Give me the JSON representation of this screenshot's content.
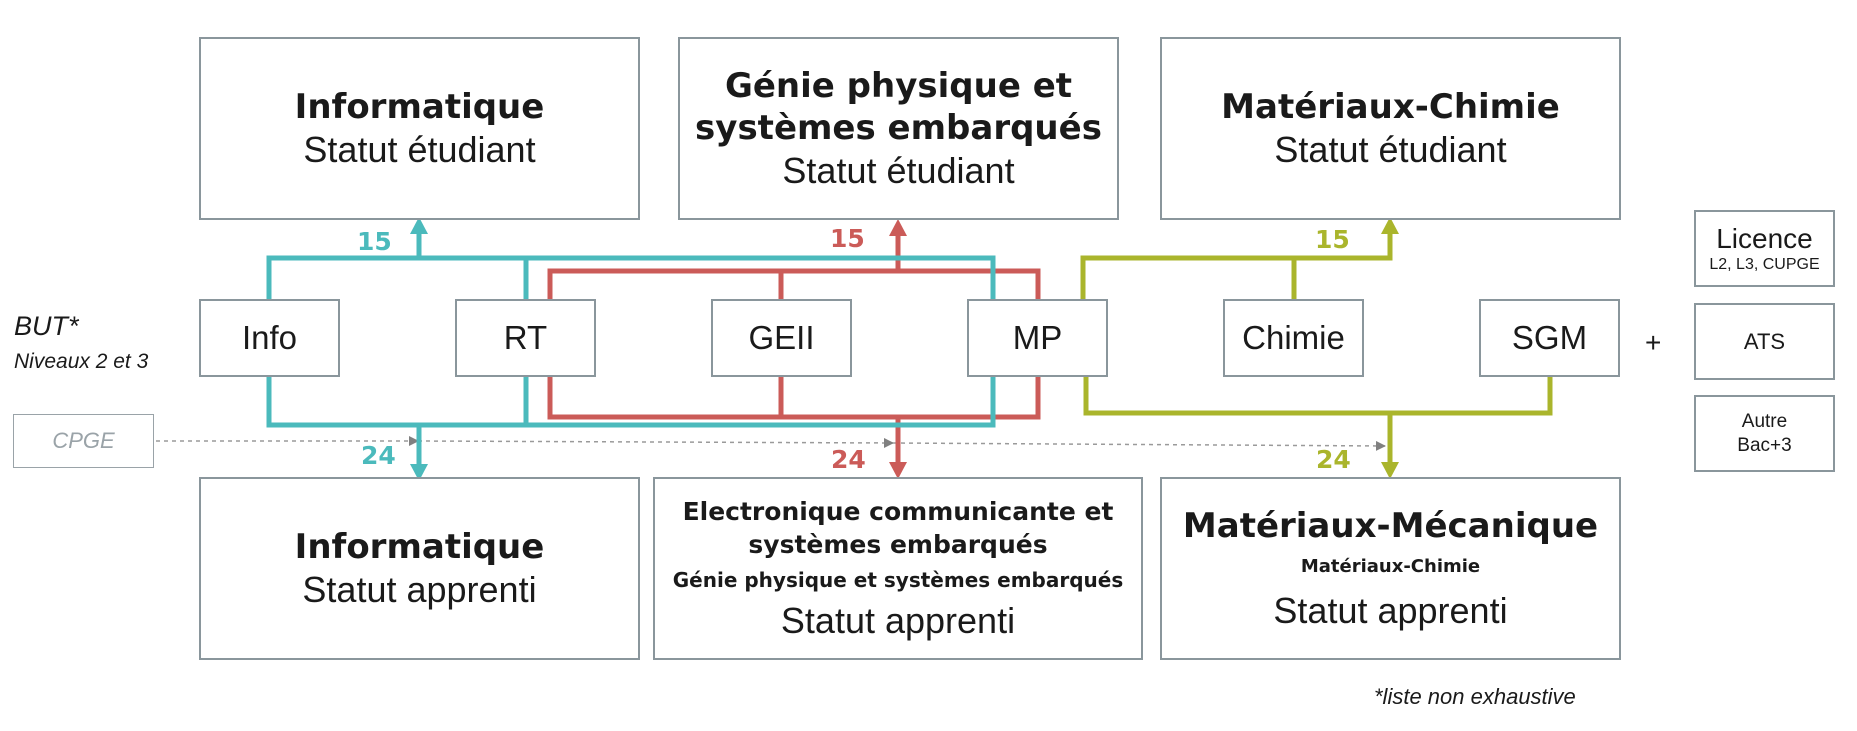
{
  "top": {
    "informatique": {
      "title": "Informatique",
      "statut": "Statut étudiant"
    },
    "genie": {
      "title_line1": "Génie physique et",
      "title_line2": "systèmes embarqués",
      "statut": "Statut étudiant"
    },
    "materiaux": {
      "title": "Matériaux-Chimie",
      "statut": "Statut étudiant"
    }
  },
  "bottom": {
    "informatique": {
      "title": "Informatique",
      "statut": "Statut apprenti"
    },
    "electronique": {
      "title_line1": "Electronique communicante et",
      "title_line2": "systèmes embarqués",
      "subtitle": "Génie physique et systèmes embarqués",
      "statut": "Statut apprenti"
    },
    "materiaux": {
      "title": "Matériaux-Mécanique",
      "subtitle": "Matériaux-Chimie",
      "statut": "Statut apprenti"
    }
  },
  "but": {
    "label": "BUT*",
    "sublabel": "Niveaux 2 et 3",
    "boxes": [
      "Info",
      "RT",
      "GEII",
      "MP",
      "Chimie",
      "SGM"
    ]
  },
  "cpge": "CPGE",
  "counts": {
    "teal_top": "15",
    "red_top": "15",
    "olive_top": "15",
    "teal_bottom": "24",
    "red_bottom": "24",
    "olive_bottom": "24"
  },
  "plus": "+",
  "side": {
    "licence": "Licence",
    "licence_sub": "L2, L3, CUPGE",
    "ats": "ATS",
    "autre_line1": "Autre",
    "autre_line2": "Bac+3"
  },
  "footnote": "*liste non exhaustive",
  "colors": {
    "teal": "#4bbabc",
    "red": "#cb5b58",
    "olive": "#aab52c",
    "border": "#8a969c"
  }
}
